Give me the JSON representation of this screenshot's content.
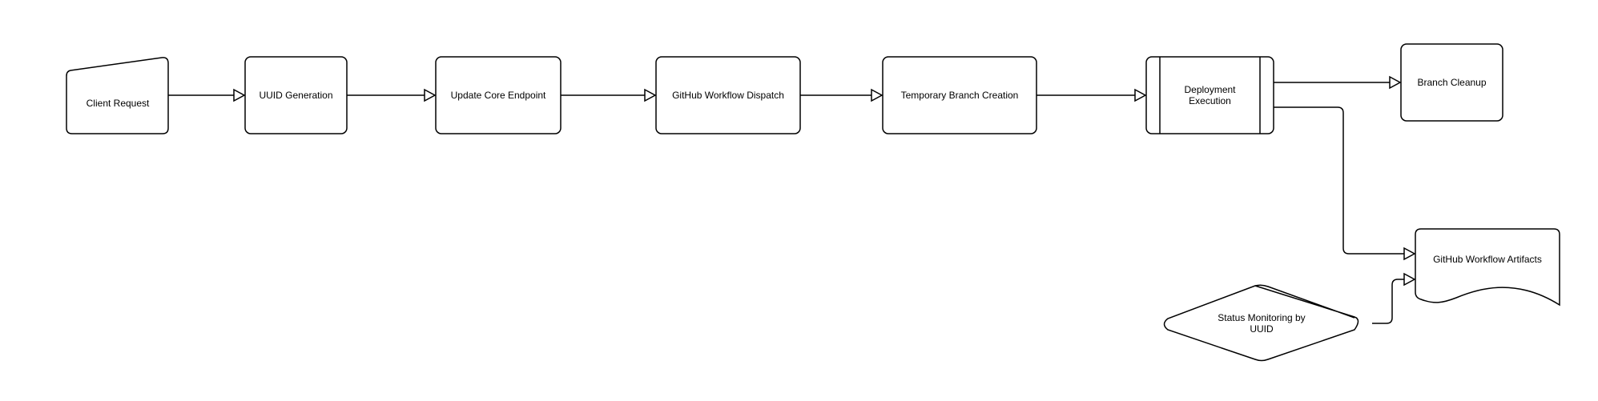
{
  "diagram": {
    "nodes": {
      "client_request": "Client Request",
      "uuid_generation": "UUID Generation",
      "update_core_endpoint": "Update Core Endpoint",
      "github_workflow_dispatch": "GitHub Workflow Dispatch",
      "temporary_branch_creation": "Temporary Branch Creation",
      "deployment_execution_line1": "Deployment",
      "deployment_execution_line2": "Execution",
      "branch_cleanup": "Branch Cleanup",
      "github_workflow_artifacts": "GitHub Workflow Artifacts",
      "status_monitoring_line1": "Status Monitoring by",
      "status_monitoring_line2": "UUID"
    },
    "colors": {
      "stroke": "#000000",
      "fill": "#ffffff",
      "background": "#ffffff"
    }
  }
}
